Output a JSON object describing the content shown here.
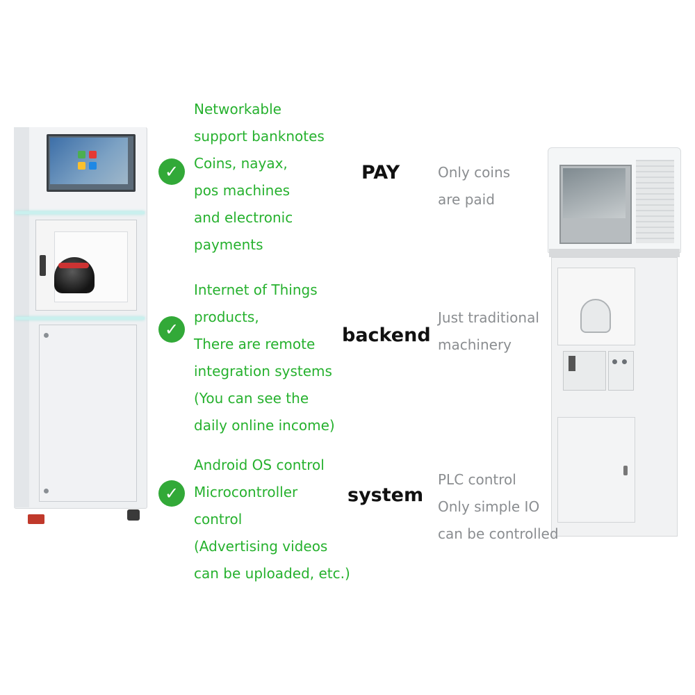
{
  "rows": [
    {
      "feature": "PAY",
      "smart_lines": [
        "Networkable",
        "support banknotes",
        "Coins, nayax,",
        "pos machines",
        "and electronic",
        "payments"
      ],
      "traditional_lines": [
        "Only coins",
        "are paid"
      ]
    },
    {
      "feature": "backend",
      "smart_lines": [
        "Internet of Things",
        "products,",
        "There are remote",
        "integration systems",
        "(You can see the",
        "daily online income)"
      ],
      "traditional_lines": [
        "Just traditional",
        "machinery"
      ]
    },
    {
      "feature": "system",
      "smart_lines": [
        "Android OS control",
        "Microcontroller",
        "control",
        "(Advertising videos",
        "can be uploaded, etc.)"
      ],
      "traditional_lines": [
        "PLC control",
        "Only simple IO",
        "can be controlled"
      ]
    }
  ],
  "colors": {
    "accent_green": "#26b12e",
    "check_green": "#32a938",
    "muted_gray": "#8a8d90",
    "label": "#111111"
  },
  "icons": {
    "check": "check-circle-icon"
  }
}
